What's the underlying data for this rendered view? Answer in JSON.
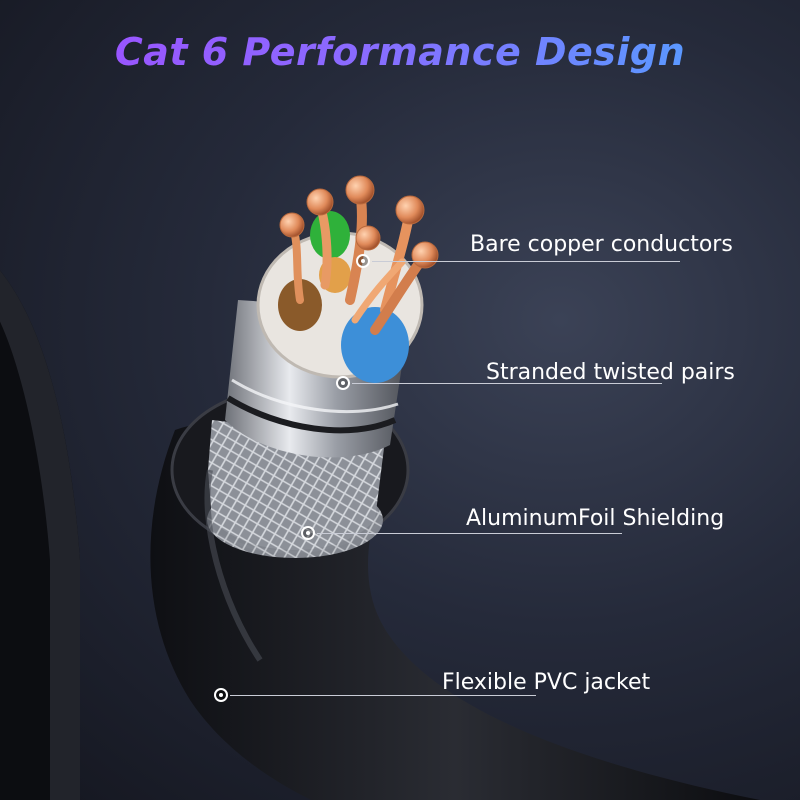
{
  "title": "Cat 6 Performance Design",
  "colors": {
    "title_start": "#a04cff",
    "title_end": "#4aa8ff",
    "copper": "#d98a55",
    "jacket": "#1c1d22"
  },
  "callouts": [
    {
      "label": "Bare copper conductors"
    },
    {
      "label": "Stranded twisted pairs"
    },
    {
      "label": "AluminumFoil Shielding"
    },
    {
      "label": "Flexible PVC jacket"
    }
  ]
}
